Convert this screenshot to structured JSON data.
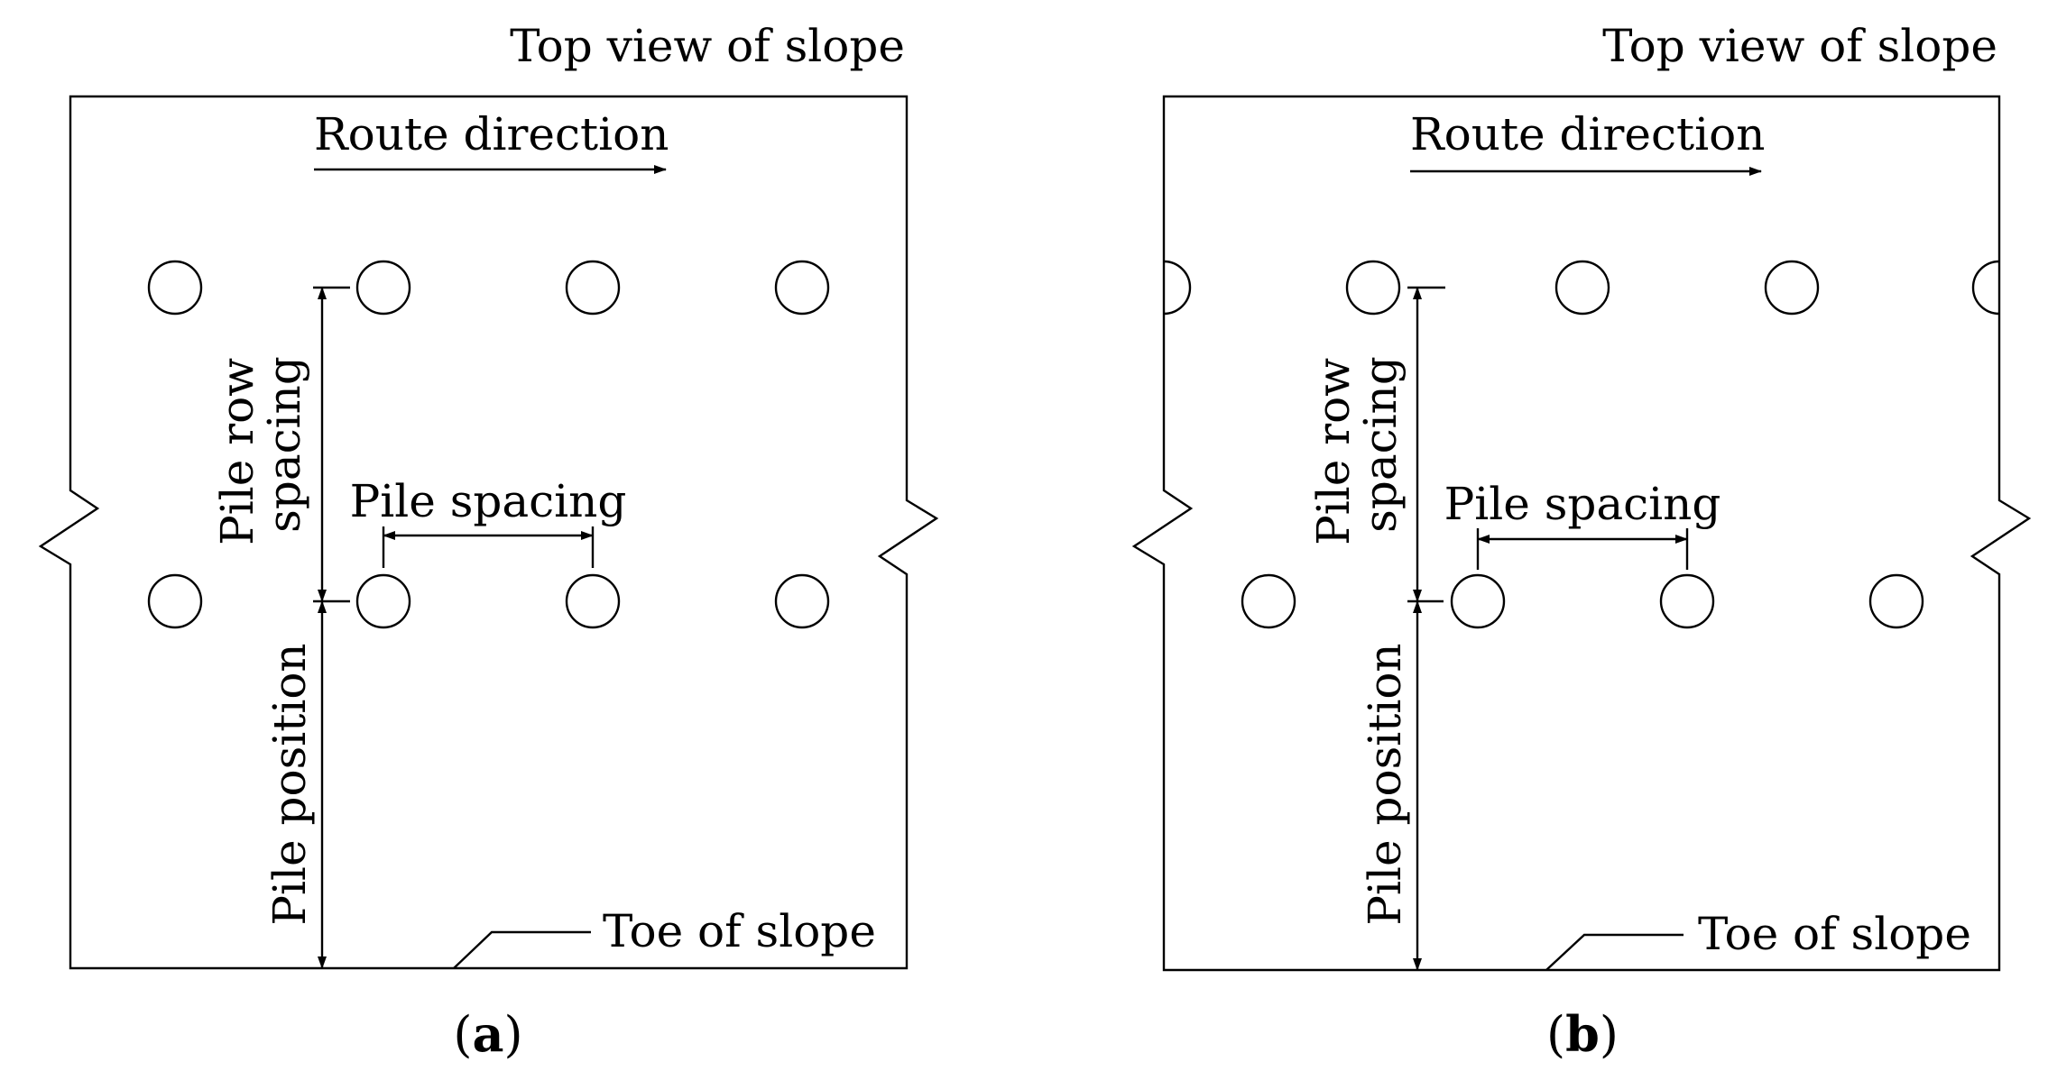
{
  "panels": [
    {
      "id": "a",
      "title": "Top view of slope",
      "route_direction": "Route direction",
      "pile_spacing": "Pile spacing",
      "pile_row_spacing_line1": "Pile row",
      "pile_row_spacing_line2": "spacing",
      "pile_position": "Pile position",
      "toe_of_slope": "Toe of slope",
      "caption_letter": "a",
      "arrangement": "aligned rows"
    },
    {
      "id": "b",
      "title": "Top view of slope",
      "route_direction": "Route direction",
      "pile_spacing": "Pile spacing",
      "pile_row_spacing_line1": "Pile row",
      "pile_row_spacing_line2": "spacing",
      "pile_position": "Pile position",
      "toe_of_slope": "Toe of slope",
      "caption_letter": "b",
      "arrangement": "staggered rows"
    }
  ]
}
